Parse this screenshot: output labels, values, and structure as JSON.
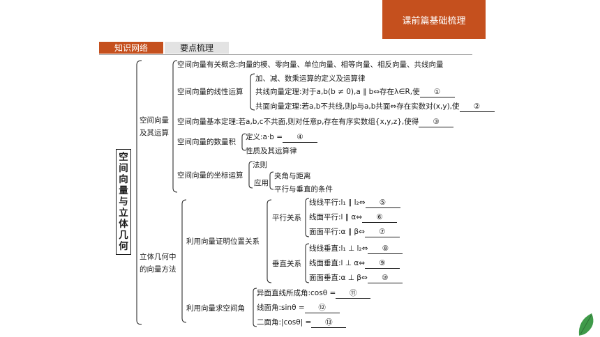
{
  "header": {
    "section": "课前篇基础梳理"
  },
  "tabs": [
    {
      "label": "知识网络"
    },
    {
      "label": "要点梳理"
    }
  ],
  "root": {
    "chars": [
      "空",
      "间",
      "向",
      "量",
      "与",
      "立",
      "体",
      "几",
      "何"
    ]
  },
  "b1": {
    "title_line1": "空间向量",
    "title_line2": "及其运算",
    "concepts": "空间向量有关概念:向量的模、零向量、单位向量、相等向量、相反向量、共线向量",
    "linear": {
      "label": "空间向量的线性运算",
      "item1": "加、减、数乘运算的定义及运算律",
      "item2": "共线向量定理:对于a,b(b ≠ 0),a ∥ b⇔存在λ∈R,使",
      "item2_blank": "①",
      "item3": "共面向量定理:若a,b不共线,则p与a,b共面⇔存在实数对(x,y),使",
      "item3_blank": "②"
    },
    "basic": {
      "text": "空间向量基本定理:若a,b,c不共面,则对任意p,存在有序实数组{x,y,z},使得",
      "blank": "③"
    },
    "dot": {
      "label": "空间向量的数量积",
      "item1": "定义:a·b =",
      "item1_blank": "④",
      "item2": "性质及其运算律"
    },
    "coord": {
      "label": "空间向量的坐标运算",
      "item1": "法则",
      "item2": "应用",
      "app1": "夹角与距离",
      "app2": "平行与垂直的条件"
    }
  },
  "b2": {
    "title_line1": "立体几何中",
    "title_line2": "的向量方法",
    "prove": {
      "label": "利用向量证明位置关系",
      "parallel": {
        "label": "平行关系",
        "items": [
          {
            "text": "线线平行:l₁ ∥ l₂⇔",
            "blank": "⑤"
          },
          {
            "text": "线面平行:l ∥ α⇔",
            "blank": "⑥"
          },
          {
            "text": "面面平行:α ∥ β⇔",
            "blank": "⑦"
          }
        ]
      },
      "perp": {
        "label": "垂直关系",
        "items": [
          {
            "text": "线线垂直:l₁ ⊥ l₂⇔",
            "blank": "⑧"
          },
          {
            "text": "线面垂直:l ⊥ α⇔",
            "blank": "⑨"
          },
          {
            "text": "面面垂直:α ⊥ β⇔",
            "blank": "⑩"
          }
        ]
      }
    },
    "angle": {
      "label": "利用向量求空间角",
      "items": [
        {
          "text": "异面直线所成角:cosθ =",
          "blank": "⑪"
        },
        {
          "text": "线面角:sinθ =",
          "blank": "⑫"
        },
        {
          "text": "二面角:|cosθ| =",
          "blank": "⑬"
        }
      ]
    }
  },
  "colors": {
    "accent": "#c5501e",
    "tab_gray": "#e3e3e3",
    "leaf_green": "#3f9a4a"
  }
}
